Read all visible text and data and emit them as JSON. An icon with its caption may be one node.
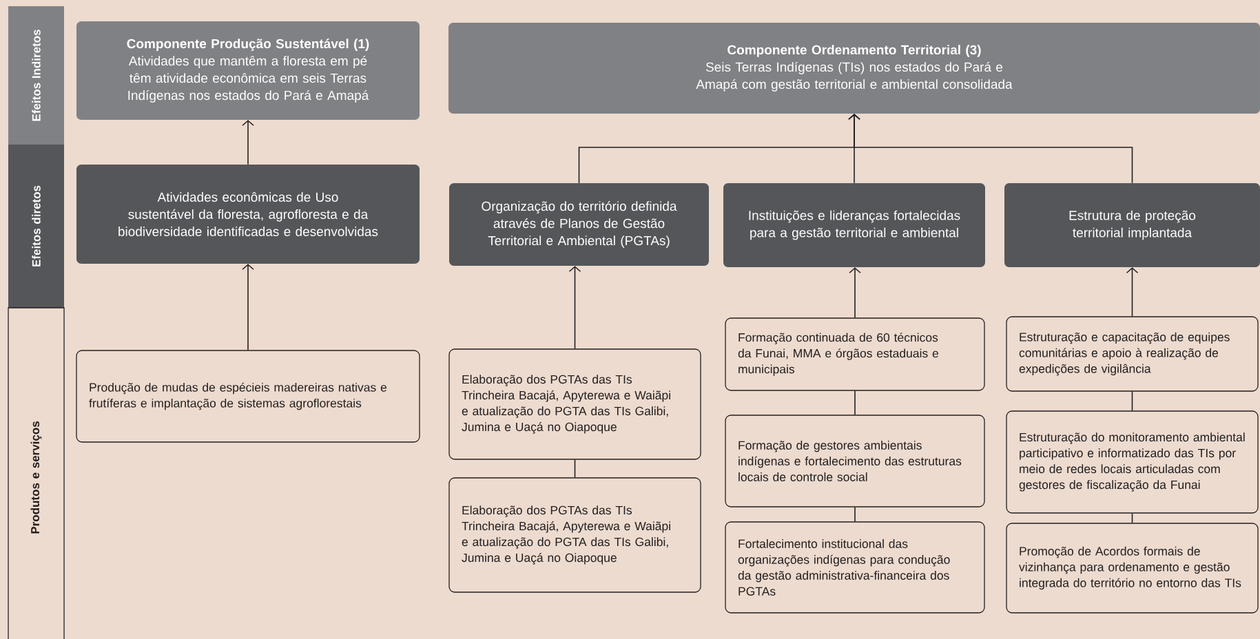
{
  "diagram": {
    "nodes": [
      {
        "text": [
          "Efeitos Indiretos"
        ]
      },
      {
        "text": [
          "Efeitos diretos"
        ]
      },
      {
        "text": [
          "Produtos e serviços"
        ]
      },
      {
        "text": [
          "Componente Produção Sustentável (1)",
          "Atividades que mantêm a floresta em pé têm atividade econômica em seis Terras Indígenas nos estados do Pará e Amapá"
        ]
      },
      {
        "text": [
          "Componente Ordenamento Territorial (3)",
          "Seis Terras Indígenas (TIs) nos estados do Pará e Amapá com gestão territorial e ambiental consolidada"
        ]
      },
      {
        "text": [
          "Atividades econômicas de Uso sustentável da floresta, agrofloresta e da biodiversidade identificadas e desenvolvidas"
        ]
      },
      {
        "text": [
          "Organização do território definida através de Planos de Gestão Territorial e Ambiental (PGTAs)"
        ]
      },
      {
        "text": [
          "Instituições e lideranças fortalecidas para a gestão territorial e ambiental"
        ]
      },
      {
        "text": [
          "Estrutura de proteção territorial implantada"
        ]
      },
      {
        "text": [
          "Produção de mudas de espécieis madereiras nativas e frutíferas e implantação de sistemas agroflorestais"
        ]
      },
      {
        "text": [
          "Elaboração dos PGTAs das TIs Trincheira Bacajá, Apyterewa e Waiãpi e atualização do PGTA das TIs Galibi, Jumina e Uaçá no Oiapoque"
        ]
      },
      {
        "text": [
          "Elaboração dos PGTAs das TIs Trincheira Bacajá, Apyterewa e Waiãpi e atualização do PGTA das TIs Galibi, Jumina e Uaçá no Oiapoque"
        ]
      },
      {
        "text": [
          "Formação continuada de 60 técnicos da Funai, MMA e órgãos estaduais e municipais"
        ]
      },
      {
        "text": [
          "Formação de gestores ambientais indígenas e fortalecimento das estruturas locais de controle social"
        ]
      },
      {
        "text": [
          "Fortalecimento institucional das organizações indígenas para condução da gestão administrativa-financeira dos PGTAs"
        ]
      },
      {
        "text": [
          "Estruturação e capacitação de equipes comunitárias e apoio à realização de expedições de vigilância"
        ]
      },
      {
        "text": [
          "Estruturação do monitoramento ambiental participativo e informatizado das TIs por meio de redes locais articuladas com gestores de fiscalização da Funai"
        ]
      },
      {
        "text": [
          "Promoção de Acordos formais de vizinhança para ordenamento e gestão integrada do território no entorno das TIs"
        ]
      }
    ],
    "edges": [
      {
        "from": 5,
        "to": 3,
        "arrow": "to"
      },
      {
        "from": 6,
        "to": 4,
        "arrow": "to"
      },
      {
        "from": 7,
        "to": 4,
        "arrow": "to"
      },
      {
        "from": 8,
        "to": 4,
        "arrow": "to"
      },
      {
        "from": 9,
        "to": 5,
        "arrow": "to"
      },
      {
        "from": 10,
        "to": 6,
        "arrow": "to"
      },
      {
        "from": 11,
        "to": 10,
        "arrow": "none"
      },
      {
        "from": 12,
        "to": 7,
        "arrow": "to"
      },
      {
        "from": 13,
        "to": 12,
        "arrow": "none"
      },
      {
        "from": 14,
        "to": 13,
        "arrow": "none"
      },
      {
        "from": 15,
        "to": 8,
        "arrow": "to"
      },
      {
        "from": 16,
        "to": 15,
        "arrow": "none"
      },
      {
        "from": 17,
        "to": 16,
        "arrow": "none"
      }
    ]
  }
}
